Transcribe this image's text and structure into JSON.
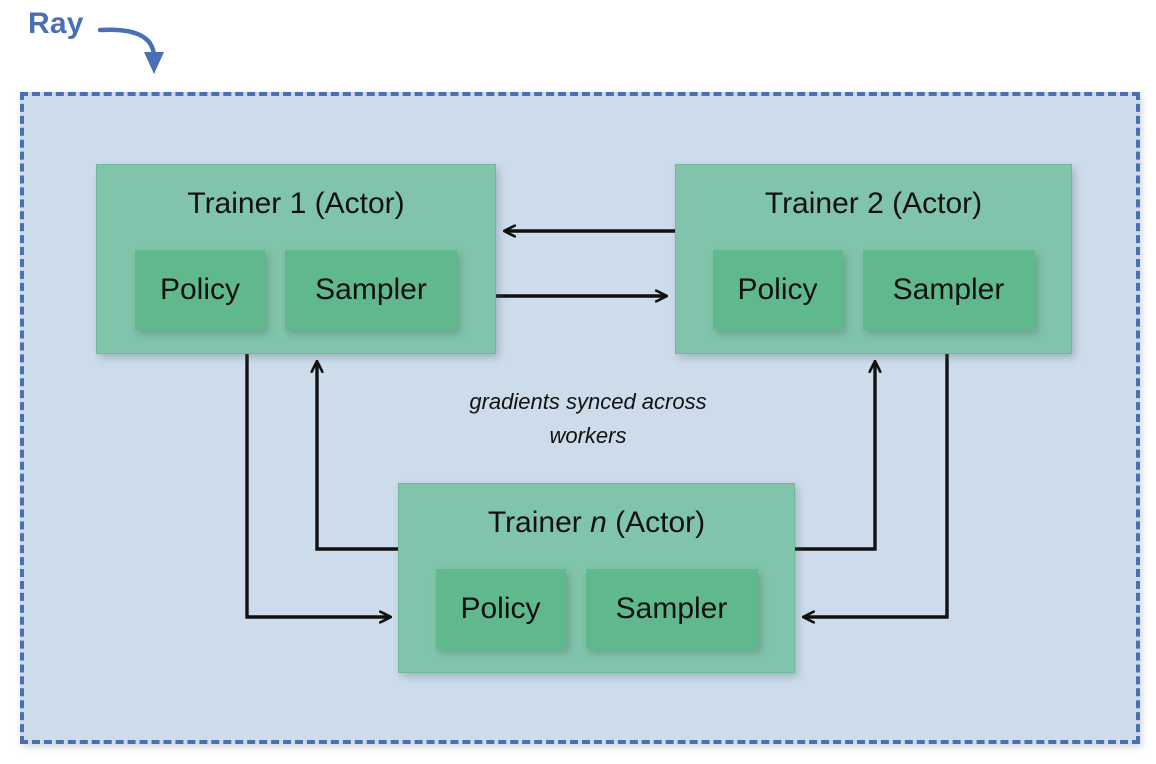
{
  "annotation": {
    "label": "Ray",
    "color": "#4a6fb5",
    "arrow_icon": "curved-arrow-down-icon"
  },
  "container": {
    "name": "ray-cluster",
    "fill": "#ccdcea",
    "border_color": "#4a6fb5",
    "border_style": "dashed"
  },
  "palette": {
    "actor_fill": "#80c4ab",
    "component_fill": "#60b98c",
    "connector": "#111111",
    "text": "#111111"
  },
  "nodes": [
    {
      "id": "trainer-1",
      "title_prefix": "Trainer ",
      "title_index": "1",
      "title_suffix": " (Actor)",
      "title_italic_index": false,
      "title_full": "Trainer 1 (Actor)",
      "components": [
        {
          "id": "policy",
          "label": "Policy"
        },
        {
          "id": "sampler",
          "label": "Sampler"
        }
      ]
    },
    {
      "id": "trainer-2",
      "title_prefix": "Trainer ",
      "title_index": "2",
      "title_suffix": " (Actor)",
      "title_italic_index": false,
      "title_full": "Trainer 2 (Actor)",
      "components": [
        {
          "id": "policy",
          "label": "Policy"
        },
        {
          "id": "sampler",
          "label": "Sampler"
        }
      ]
    },
    {
      "id": "trainer-n",
      "title_prefix": "Trainer ",
      "title_index": "n",
      "title_suffix": " (Actor)",
      "title_italic_index": true,
      "title_full": "Trainer n (Actor)",
      "components": [
        {
          "id": "policy",
          "label": "Policy"
        },
        {
          "id": "sampler",
          "label": "Sampler"
        }
      ]
    }
  ],
  "caption": {
    "line1": "gradients synced across",
    "line2": "workers",
    "full": "gradients synced across workers"
  },
  "connectors": [
    {
      "id": "t2-to-t1",
      "from": "trainer-2",
      "to": "trainer-1",
      "direction": "left"
    },
    {
      "id": "t1-to-t2",
      "from": "trainer-1",
      "to": "trainer-2",
      "direction": "right"
    },
    {
      "id": "t1-to-tn",
      "from": "trainer-1",
      "to": "trainer-n",
      "direction": "down-right"
    },
    {
      "id": "tn-to-t1",
      "from": "trainer-n",
      "to": "trainer-1",
      "direction": "left-up"
    },
    {
      "id": "t2-to-tn",
      "from": "trainer-2",
      "to": "trainer-n",
      "direction": "down-left"
    },
    {
      "id": "tn-to-t2",
      "from": "trainer-n",
      "to": "trainer-2",
      "direction": "right-up"
    }
  ]
}
